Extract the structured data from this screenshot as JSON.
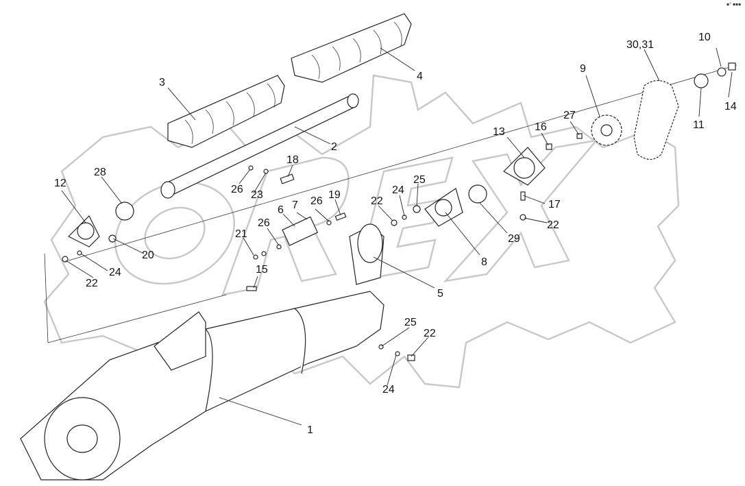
{
  "corner_mark": "▪° ▪▪▪",
  "watermark": "OREX",
  "colors": {
    "watermark_stroke": "#c9c9c9",
    "line": "#222222",
    "background": "#ffffff"
  },
  "callouts": [
    "1",
    "2",
    "3",
    "4",
    "5",
    "6",
    "7",
    "8",
    "9",
    "10",
    "11",
    "12",
    "13",
    "14",
    "15",
    "16",
    "17",
    "18",
    "19",
    "20",
    "21",
    "22",
    "22",
    "22",
    "22",
    "23",
    "24",
    "24",
    "24",
    "25",
    "25",
    "26",
    "26",
    "26",
    "27",
    "28",
    "29",
    "30,31"
  ]
}
